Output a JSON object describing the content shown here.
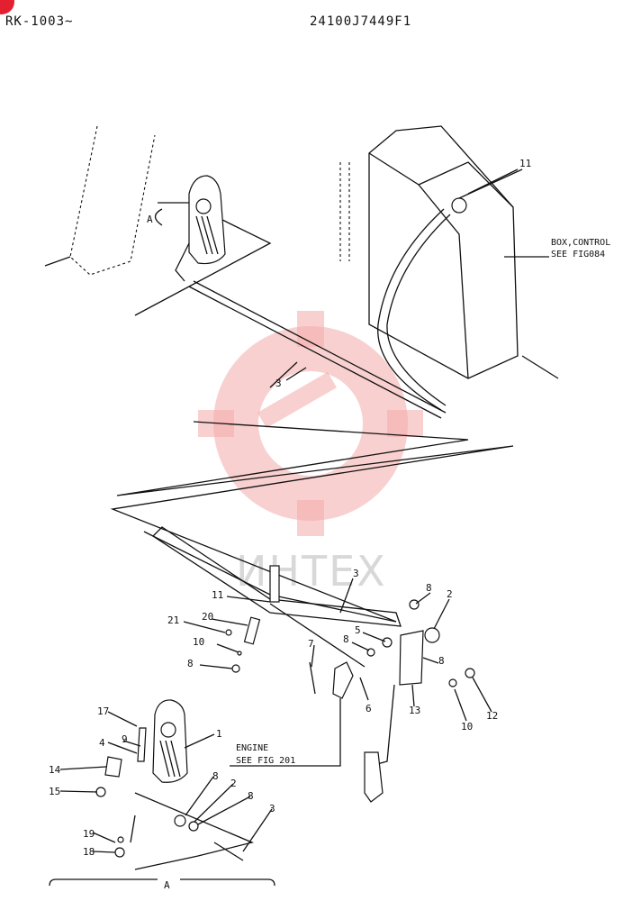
{
  "header": {
    "left_code": "RK-1003~",
    "right_code": "24100J7449F1"
  },
  "watermark": {
    "text": "ИНТЕХ",
    "color": "#f4a9a9"
  },
  "corner_badge_color": "#e2202f",
  "notes": {
    "box_control_line1": "BOX,CONTROL",
    "box_control_line2": "SEE FIG084",
    "engine_line1": "ENGINE",
    "engine_line2": "SEE FIG 201"
  },
  "view_label": "A",
  "callouts": [
    "11",
    "3",
    "3",
    "11",
    "21",
    "20",
    "10",
    "8",
    "7",
    "8",
    "5",
    "6",
    "8",
    "2",
    "8",
    "13",
    "10",
    "12",
    "17",
    "1",
    "4",
    "9",
    "14",
    "15",
    "8",
    "2",
    "8",
    "3",
    "19",
    "18"
  ]
}
